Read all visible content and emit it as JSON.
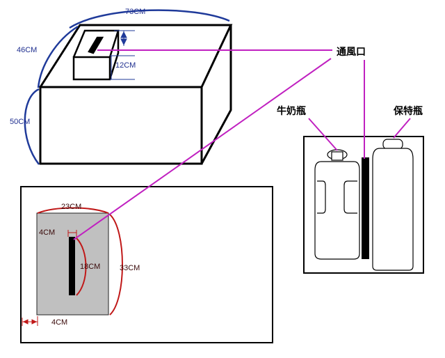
{
  "labels": {
    "width_73": "73CM",
    "depth_46": "46CM",
    "height_50": "50CM",
    "vent_height_12": "12CM",
    "vent_label": "通風口",
    "milk_bottle": "牛奶瓶",
    "thermos_bottle": "保特瓶",
    "panel_width_23": "23CM",
    "slot_width_4": "4CM",
    "slot_height_18": "18CM",
    "panel_height_33": "33CM",
    "edge_offset_4": "4CM"
  },
  "colors": {
    "line": "#000000",
    "blue_dimension": "#1f3a9a",
    "red_dimension": "#c01818",
    "magenta_leader": "#c020c0",
    "panel_fill": "#c0c0c0",
    "slot_fill": "#000000"
  }
}
